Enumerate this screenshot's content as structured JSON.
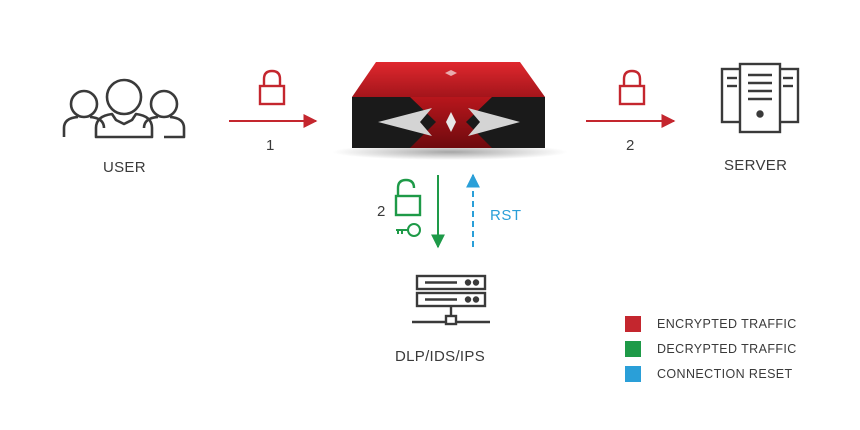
{
  "nodes": {
    "user": "USER",
    "server": "SERVER",
    "dlp": "DLP/IDS/IPS"
  },
  "flows": {
    "user_to_appliance": "1",
    "appliance_to_server": "2",
    "appliance_to_dlp": "2",
    "reset_label": "RST"
  },
  "legend": [
    {
      "label": "ENCRYPTED TRAFFIC",
      "color": "#c4262e"
    },
    {
      "label": "DECRYPTED TRAFFIC",
      "color": "#1e9a48"
    },
    {
      "label": "CONNECTION RESET",
      "color": "#2a9fd8"
    }
  ],
  "icons": {
    "users": "users-icon",
    "server": "server-tower-icon",
    "appliance": "appliance-icon",
    "dlp": "rack-server-icon",
    "locked": "lock-closed-icon",
    "unlocked": "lock-open-icon",
    "key": "key-icon"
  }
}
